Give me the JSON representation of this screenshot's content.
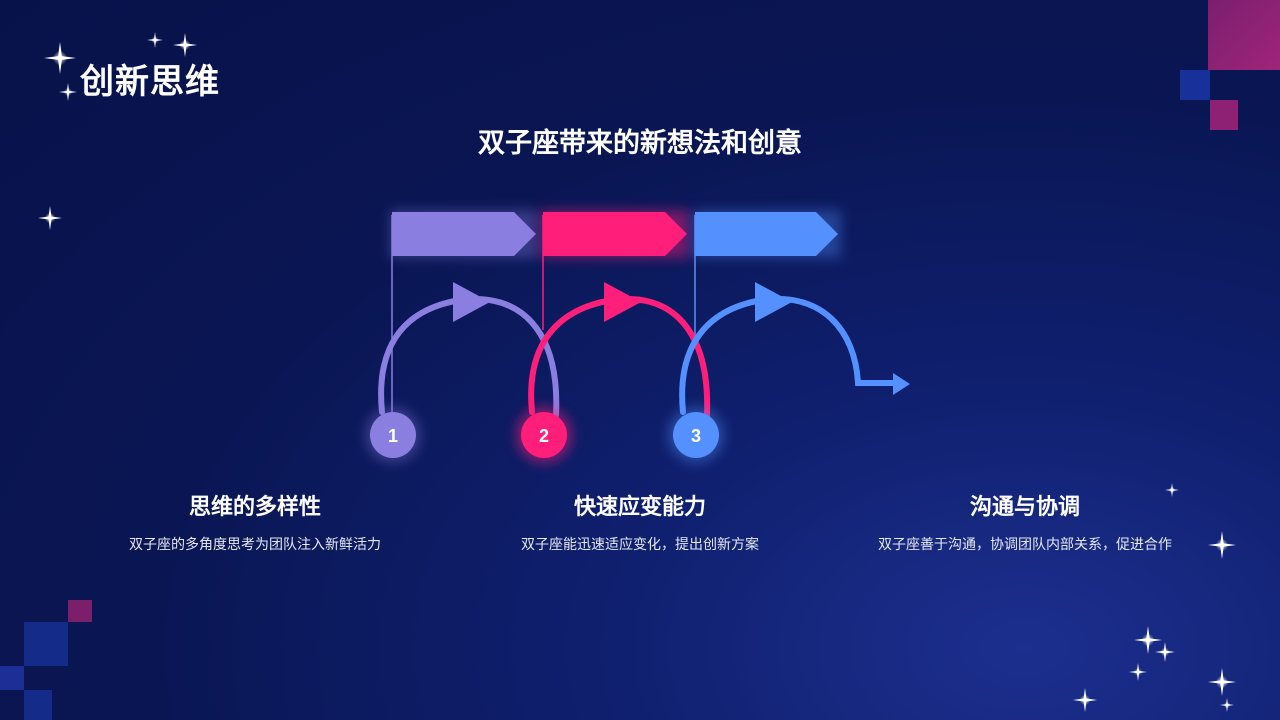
{
  "slide": {
    "title": "创新思维",
    "subtitle": "双子座带来的新想法和创意"
  },
  "steps": [
    {
      "number": "1",
      "color": "#8a7ee0",
      "heading": "思维的多样性",
      "description": "双子座的多角度思考为团队注入新鲜活力"
    },
    {
      "number": "2",
      "color": "#ff1f7a",
      "heading": "快速应变能力",
      "description": "双子座能迅速适应变化，提出创新方案"
    },
    {
      "number": "3",
      "color": "#5590ff",
      "heading": "沟通与协调",
      "description": "双子座善于沟通，协调团队内部关系，促进合作"
    }
  ],
  "colors": {
    "background": "#0a1654",
    "accent_pink": "#ff1f7a",
    "accent_purple": "#8a7ee0",
    "accent_blue": "#5590ff"
  },
  "icons": [
    "sparkle-star-icon",
    "flag-arrow-icon",
    "curved-arrow-icon"
  ]
}
